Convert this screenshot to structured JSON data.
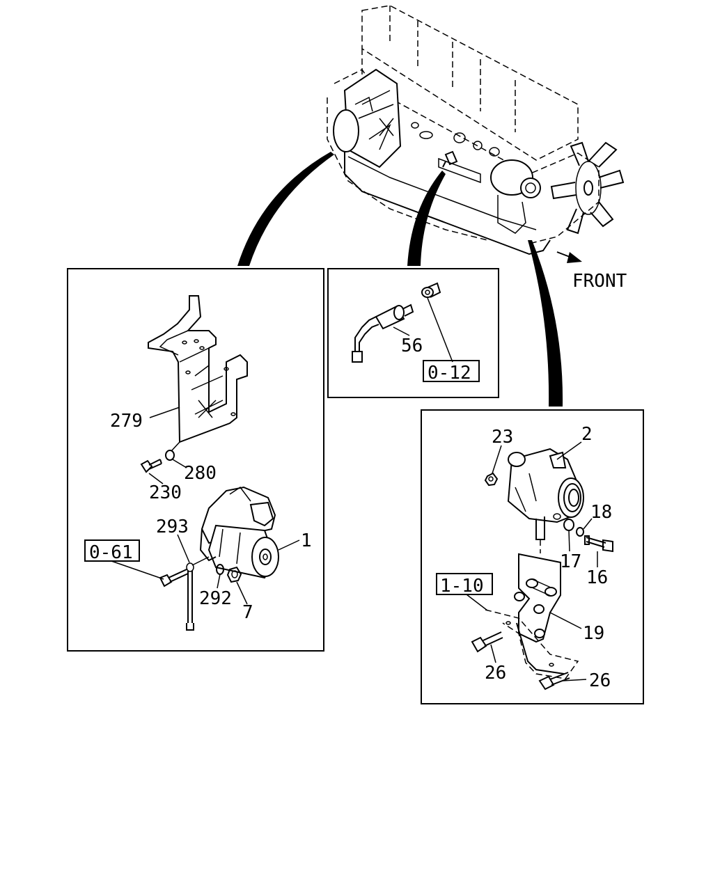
{
  "front_label": "FRONT",
  "callouts": {
    "c279": "279",
    "c280": "280",
    "c230": "230",
    "c293": "293",
    "c1": "1",
    "c292": "292",
    "c7": "7",
    "c56": "56",
    "c23": "23",
    "c2": "2",
    "c18": "18",
    "c17": "17",
    "c16": "16",
    "c19": "19",
    "c26a": "26",
    "c26b": "26"
  },
  "references": {
    "r061": "0-61",
    "r012": "0-12",
    "r110": "1-10"
  }
}
